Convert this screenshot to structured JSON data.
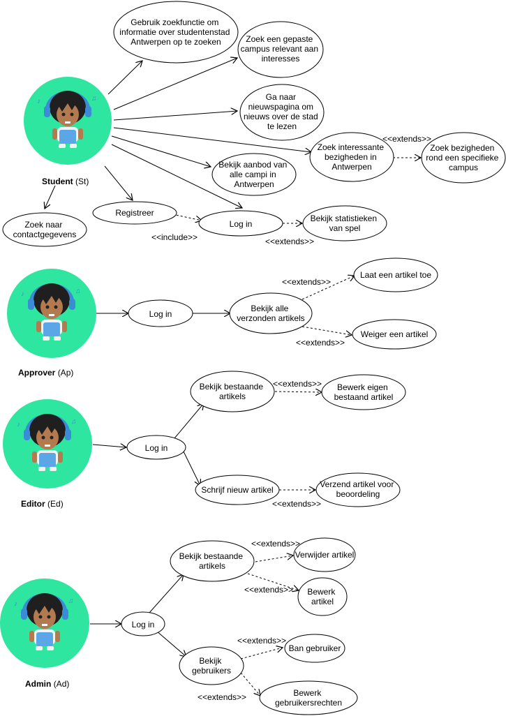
{
  "colors": {
    "actor_circle": "#2ee6a0",
    "hair": "#1f1f1f",
    "headphones": "#3b8bd6",
    "skin": "#b47a4f",
    "shirt": "#5aa6e6",
    "line": "#000000"
  },
  "actors": {
    "student": {
      "name": "Student",
      "abbr": "(St)"
    },
    "approver": {
      "name": "Approver",
      "abbr": "(Ap)"
    },
    "editor": {
      "name": "Editor",
      "abbr": "(Ed)"
    },
    "admin": {
      "name": "Admin",
      "abbr": "(Ad)"
    }
  },
  "student": {
    "uc1": [
      "Gebruik zoekfunctie om",
      "informatie over studentenstad",
      "Antwerpen op te zoeken"
    ],
    "uc2": [
      "Zoek een gepaste",
      "campus relevant aan",
      "interesses"
    ],
    "uc3": [
      "Ga naar",
      "nieuwspagina om",
      "nieuws over de stad",
      "te lezen"
    ],
    "uc4": [
      "Zoek interessante",
      "bezigheden in",
      "Antwerpen"
    ],
    "uc5": [
      "Zoek bezigheden",
      "rond een specifieke",
      "campus"
    ],
    "uc6": [
      "Bekijk aanbod van",
      "alle campi in",
      "Antwerpen"
    ],
    "uc7": [
      "Registreer"
    ],
    "uc8": [
      "Log in"
    ],
    "uc9": [
      "Bekijk statistieken",
      "van spel"
    ],
    "uc10": [
      "Zoek naar",
      "contactgegevens"
    ],
    "rel_extends_1": "<<extends>>",
    "rel_include": "<<include>>",
    "rel_extends_2": "<<extends>>"
  },
  "approver": {
    "login": [
      "Log in"
    ],
    "view": [
      "Bekijk alle",
      "verzonden artikels"
    ],
    "allow": [
      "Laat een artikel toe"
    ],
    "reject": [
      "Weiger een artikel"
    ],
    "rel_extends_1": "<<extends>>",
    "rel_extends_2": "<<extends>>"
  },
  "editor": {
    "login": [
      "Log in"
    ],
    "view": [
      "Bekijk bestaande",
      "artikels"
    ],
    "edit": [
      "Bewerk eigen",
      "bestaand artikel"
    ],
    "write": [
      "Schrijf nieuw artikel"
    ],
    "send": [
      "Verzend artikel voor",
      "beoordeling"
    ],
    "rel_extends_1": "<<extends>>",
    "rel_extends_2": "<<extends>>"
  },
  "admin": {
    "login": [
      "Log in"
    ],
    "view": [
      "Bekijk bestaande",
      "artikels"
    ],
    "delete": [
      "Verwijder artikel"
    ],
    "edit": [
      "Bewerk",
      "artikel"
    ],
    "users": [
      "Bekijk",
      "gebruikers"
    ],
    "ban": [
      "Ban gebruiker"
    ],
    "rights": [
      "Bewerk",
      "gebruikersrechten"
    ],
    "rel_extends_1": "<<extends>>",
    "rel_extends_2": "<<extends>>",
    "rel_extends_3": "<<extends>>",
    "rel_extends_4": "<<extends>>"
  }
}
